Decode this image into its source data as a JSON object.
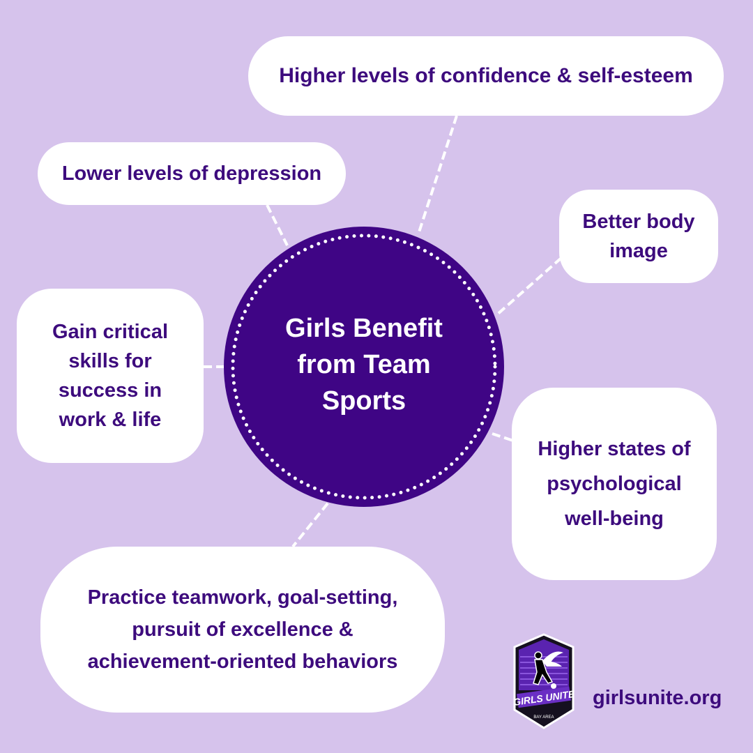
{
  "center": {
    "title": "Girls Benefit from Team Sports"
  },
  "benefits": {
    "confidence": "Higher levels of confidence & self-esteem",
    "depression": "Lower levels of depression",
    "body_image": "Better body image",
    "skills": "Gain critical skills for success in work & life",
    "wellbeing": "Higher states of psychological well-being",
    "practice": "Practice teamwork, goal-setting, pursuit of excellence & achievement-oriented behaviors"
  },
  "logo": {
    "name": "GIRLS UNITE",
    "subtitle": "BAY AREA"
  },
  "website": "girlsunite.org",
  "colors": {
    "background": "#d6c3ec",
    "accent": "#3f0585",
    "text": "#3d0b7d",
    "bubble": "#ffffff"
  }
}
